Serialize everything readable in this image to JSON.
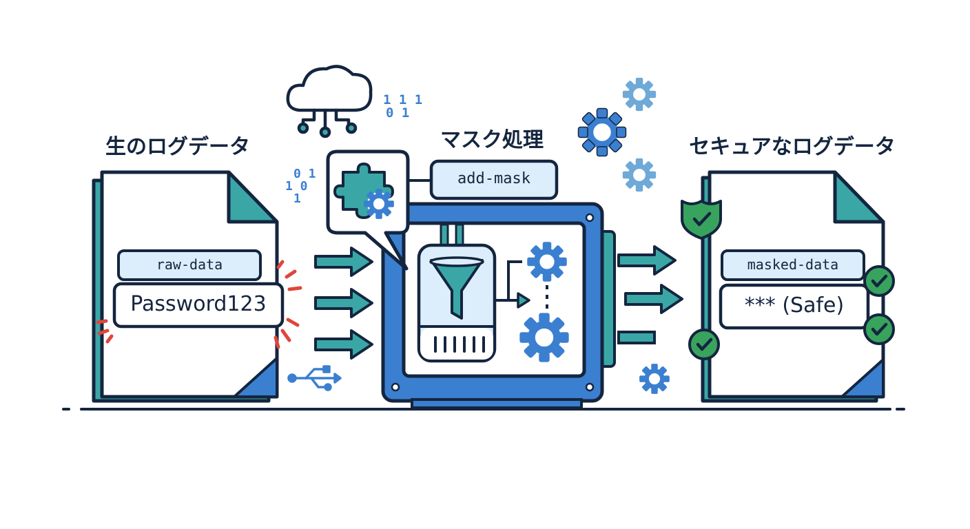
{
  "titles": {
    "raw": "生のログデータ",
    "process": "マスク処理",
    "secure": "セキュアなログデータ"
  },
  "raw_doc": {
    "tag": "raw-data",
    "value": "Password123"
  },
  "process_box": {
    "tag": "add-mask"
  },
  "secure_doc": {
    "tag": "masked-data",
    "value": "*** (Safe)"
  },
  "binary": {
    "top": [
      "1 1 1",
      "0 1"
    ],
    "left": [
      "0 1",
      "1 0",
      "1"
    ]
  },
  "colors": {
    "navy": "#14253f",
    "teal": "#3aa7a6",
    "blue": "#3b7fd0",
    "lightblue": "#dceefb",
    "green": "#38a35d",
    "red": "#e0453a"
  },
  "icons": [
    "cloud-network-icon",
    "puzzle-gear-icon",
    "funnel-icon",
    "gear-icon",
    "usb-icon",
    "shield-check-icon",
    "check-circle-icon",
    "alert-burst-icon"
  ]
}
